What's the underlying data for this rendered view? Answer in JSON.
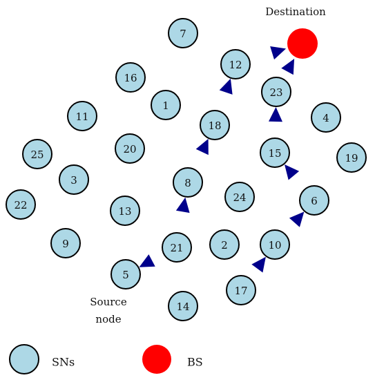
{
  "colors": {
    "sensor_node": "#add8e6",
    "base_station": "#ff0000",
    "arrow": "#00008b"
  },
  "labels": {
    "destination": "Destination",
    "source_line1": "Source",
    "source_line2": "node"
  },
  "legend": {
    "sensor_label": "SNs",
    "bs_label": "BS"
  },
  "nodes": [
    "7",
    "16",
    "1",
    "11",
    "20",
    "25",
    "3",
    "22",
    "13",
    "9",
    "5",
    "21",
    "8",
    "18",
    "12",
    "23",
    "15",
    "4",
    "19",
    "6",
    "24",
    "2",
    "10",
    "17",
    "14"
  ],
  "paths": [
    [
      "21",
      "5"
    ],
    [
      "21",
      "8"
    ],
    [
      "8",
      "18"
    ],
    [
      "18",
      "12"
    ],
    [
      "12",
      "BS"
    ],
    [
      "17",
      "10"
    ],
    [
      "10",
      "6"
    ],
    [
      "6",
      "15"
    ],
    [
      "15",
      "23"
    ],
    [
      "23",
      "BS"
    ]
  ]
}
